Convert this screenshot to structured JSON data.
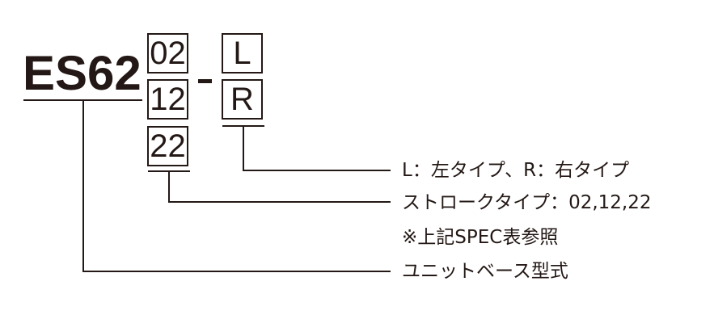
{
  "model": "ES62",
  "stroke_options": [
    "02",
    "12",
    "22"
  ],
  "separator": "-",
  "side_options": [
    "L",
    "R"
  ],
  "labels": {
    "side": "L：左タイプ、R：右タイプ",
    "stroke": "ストロークタイプ：02,12,22",
    "note": "※上記SPEC表参照",
    "base": "ユニットベース型式"
  },
  "colors": {
    "ink": "#231815"
  }
}
